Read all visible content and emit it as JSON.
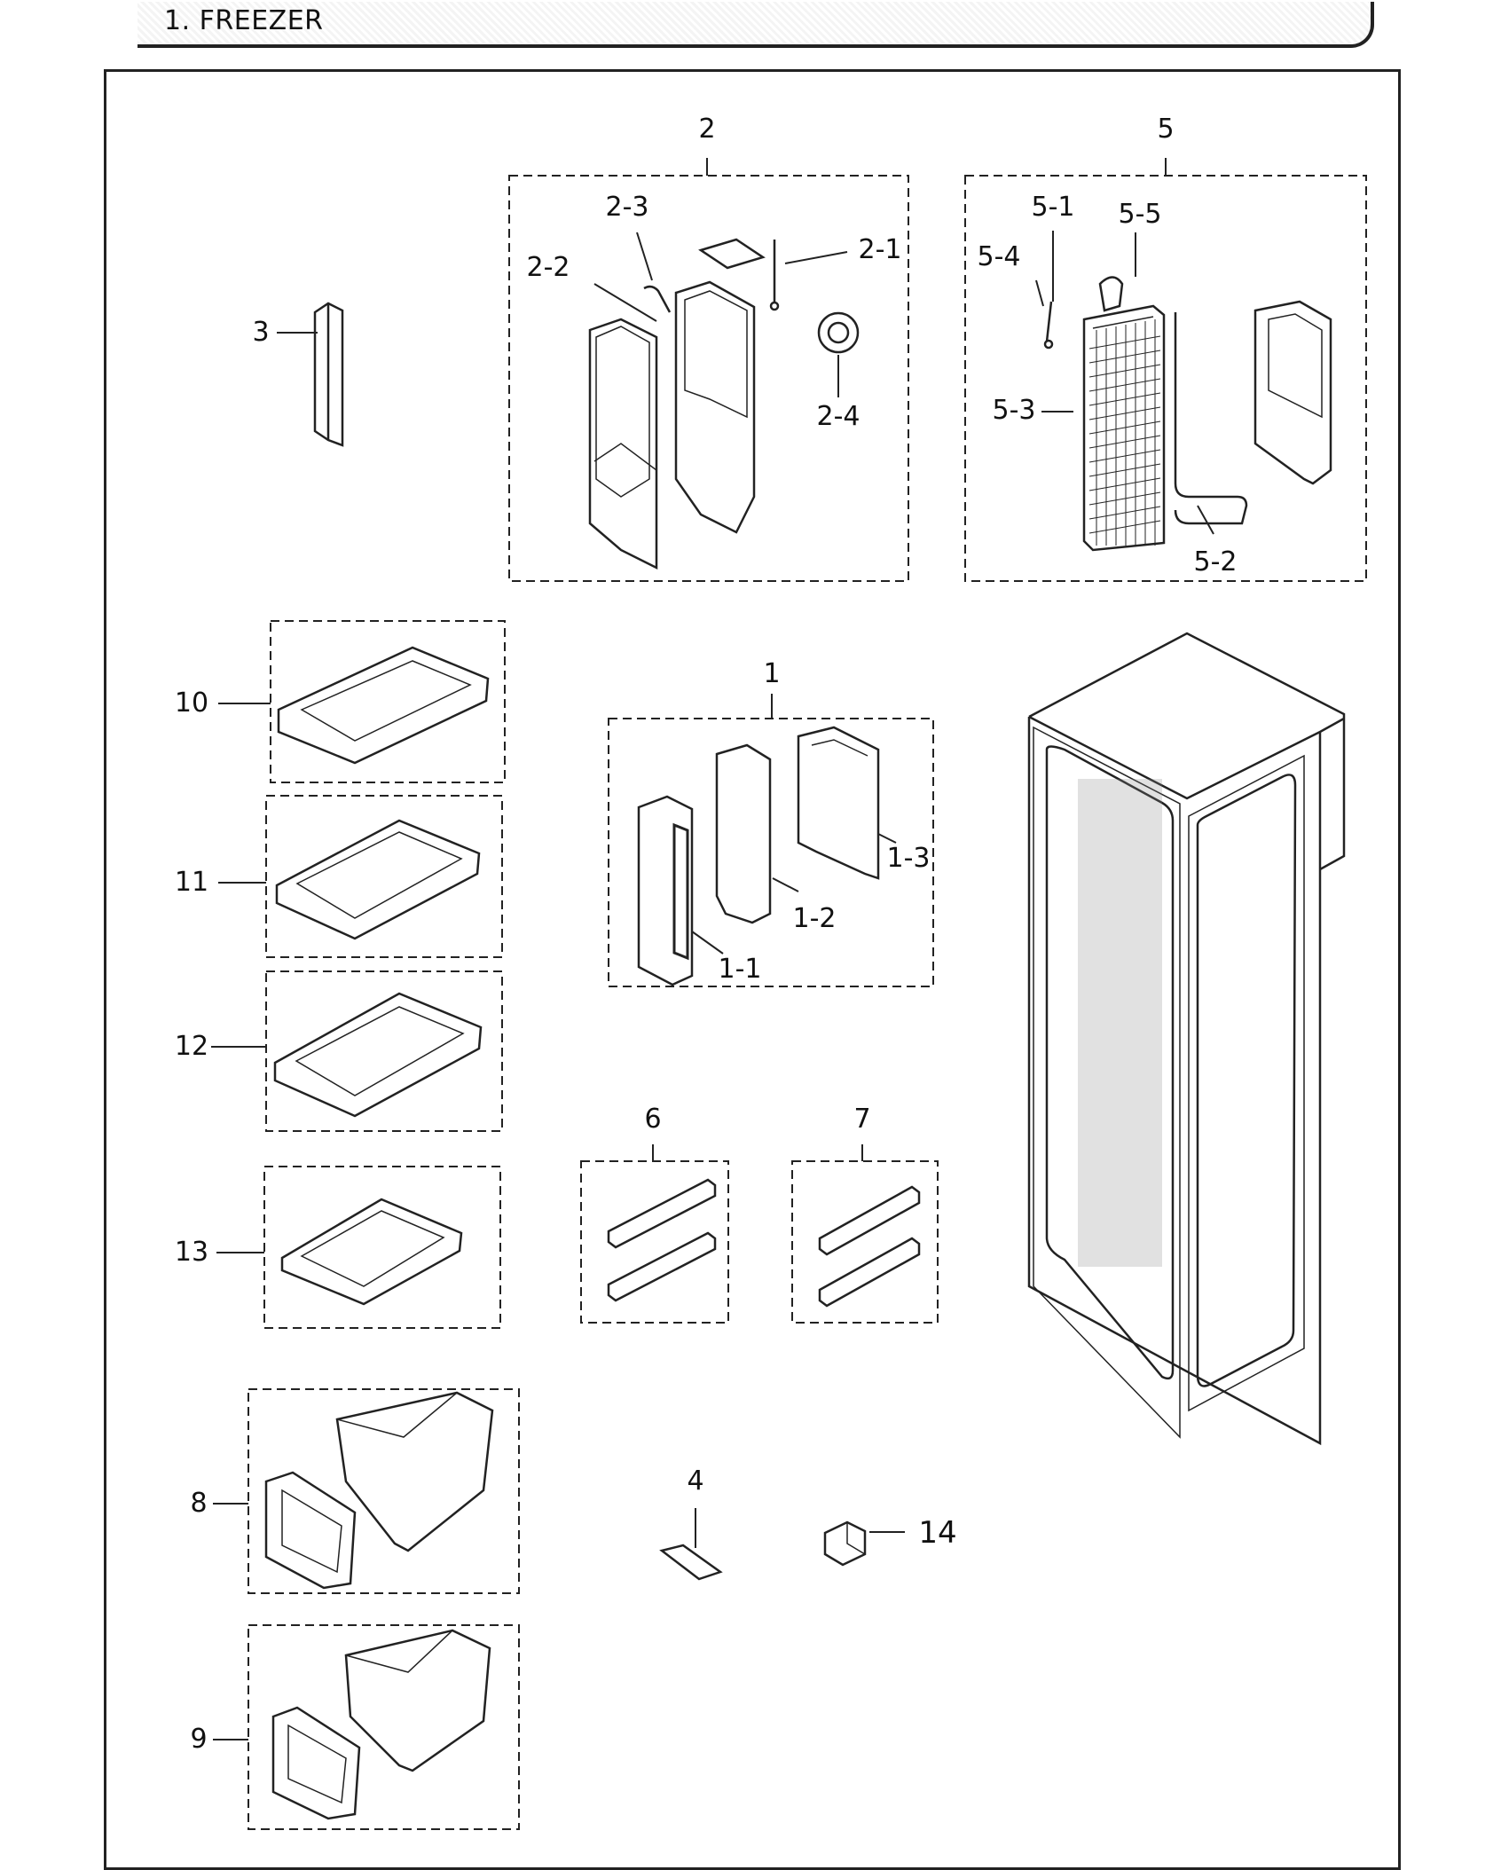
{
  "header": {
    "section_title": "1. FREEZER"
  },
  "labels": {
    "l1": "1",
    "l1_1": "1-1",
    "l1_2": "1-2",
    "l1_3": "1-3",
    "l2": "2",
    "l2_1": "2-1",
    "l2_2": "2-2",
    "l2_3": "2-3",
    "l2_4": "2-4",
    "l3": "3",
    "l4": "4",
    "l5": "5",
    "l5_1": "5-1",
    "l5_2": "5-2",
    "l5_3": "5-3",
    "l5_4": "5-4",
    "l5_5": "5-5",
    "l6": "6",
    "l7": "7",
    "l8": "8",
    "l9": "9",
    "l10": "10",
    "l11": "11",
    "l12": "12",
    "l13": "13",
    "l14": "14"
  }
}
